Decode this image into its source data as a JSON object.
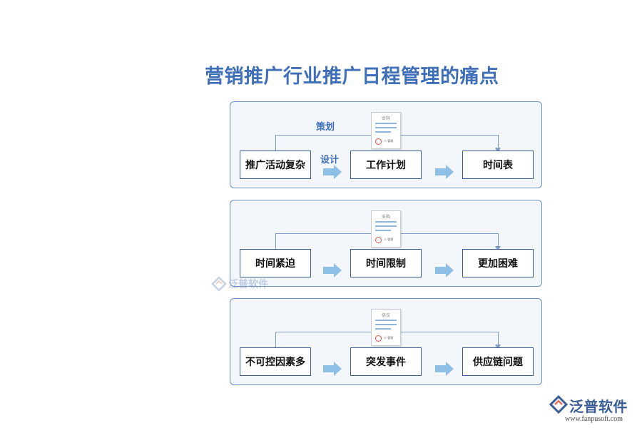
{
  "title": "营销推广行业推广日程管理的痛点",
  "rows": [
    {
      "doc_title": "合同",
      "doc_sign": "人·管理",
      "label_top": "策划",
      "label_mid": "设计",
      "boxes": [
        "推广活动复杂",
        "工作计划",
        "时间表"
      ]
    },
    {
      "doc_title": "采购",
      "doc_sign": "人·管理",
      "boxes": [
        "时间紧迫",
        "时间限制",
        "更加困难"
      ]
    },
    {
      "doc_title": "协议",
      "doc_sign": "人·管理",
      "boxes": [
        "不可控因素多",
        "突发事件",
        "供应链问题"
      ]
    }
  ],
  "watermark": {
    "text": "泛普软件"
  },
  "logo": {
    "name": "泛普软件",
    "url": "www.fanpusoft.com"
  },
  "colors": {
    "title": "#3f6fb8",
    "panel_border": "#6b8fc4",
    "arrow": "#8ec0e6",
    "box_border": "#3b5d93"
  }
}
